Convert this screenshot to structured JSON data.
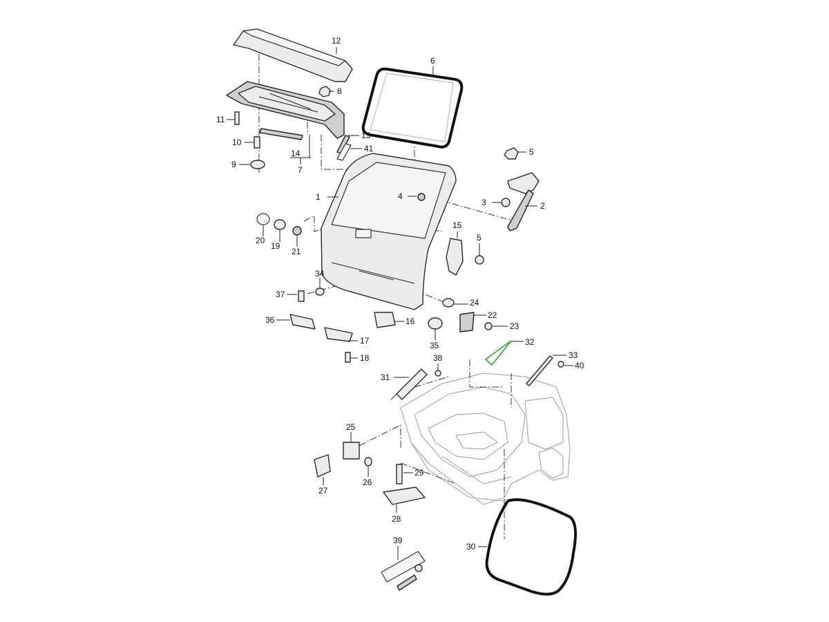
{
  "callouts": [
    {
      "id": "c1",
      "text": "1"
    },
    {
      "id": "c2",
      "text": "2"
    },
    {
      "id": "c3",
      "text": "3"
    },
    {
      "id": "c4",
      "text": "4"
    },
    {
      "id": "c5a",
      "text": "5"
    },
    {
      "id": "c5b",
      "text": "5"
    },
    {
      "id": "c6",
      "text": "6"
    },
    {
      "id": "c7",
      "text": "7"
    },
    {
      "id": "c8",
      "text": "8"
    },
    {
      "id": "c9",
      "text": "9"
    },
    {
      "id": "c10",
      "text": "10"
    },
    {
      "id": "c11",
      "text": "11"
    },
    {
      "id": "c12",
      "text": "12"
    },
    {
      "id": "c13",
      "text": "13"
    },
    {
      "id": "c14",
      "text": "14"
    },
    {
      "id": "c15",
      "text": "15"
    },
    {
      "id": "c16",
      "text": "16"
    },
    {
      "id": "c17",
      "text": "17"
    },
    {
      "id": "c18",
      "text": "18"
    },
    {
      "id": "c19",
      "text": "19"
    },
    {
      "id": "c20",
      "text": "20"
    },
    {
      "id": "c21",
      "text": "21"
    },
    {
      "id": "c22",
      "text": "22"
    },
    {
      "id": "c23",
      "text": "23"
    },
    {
      "id": "c24",
      "text": "24"
    },
    {
      "id": "c25",
      "text": "25"
    },
    {
      "id": "c26",
      "text": "26"
    },
    {
      "id": "c27",
      "text": "27"
    },
    {
      "id": "c28",
      "text": "28"
    },
    {
      "id": "c29",
      "text": "29"
    },
    {
      "id": "c30",
      "text": "30"
    },
    {
      "id": "c31",
      "text": "31"
    },
    {
      "id": "c32",
      "text": "32"
    },
    {
      "id": "c33",
      "text": "33"
    },
    {
      "id": "c34",
      "text": "34"
    },
    {
      "id": "c35",
      "text": "35"
    },
    {
      "id": "c36",
      "text": "36"
    },
    {
      "id": "c37",
      "text": "37"
    },
    {
      "id": "c38",
      "text": "38"
    },
    {
      "id": "c39",
      "text": "39"
    },
    {
      "id": "c40",
      "text": "40"
    },
    {
      "id": "c41",
      "text": "41"
    }
  ],
  "colors": {
    "line": "#222222",
    "part_fill": "#ececec",
    "highlight": "#2ea82e",
    "background": "#ffffff"
  }
}
